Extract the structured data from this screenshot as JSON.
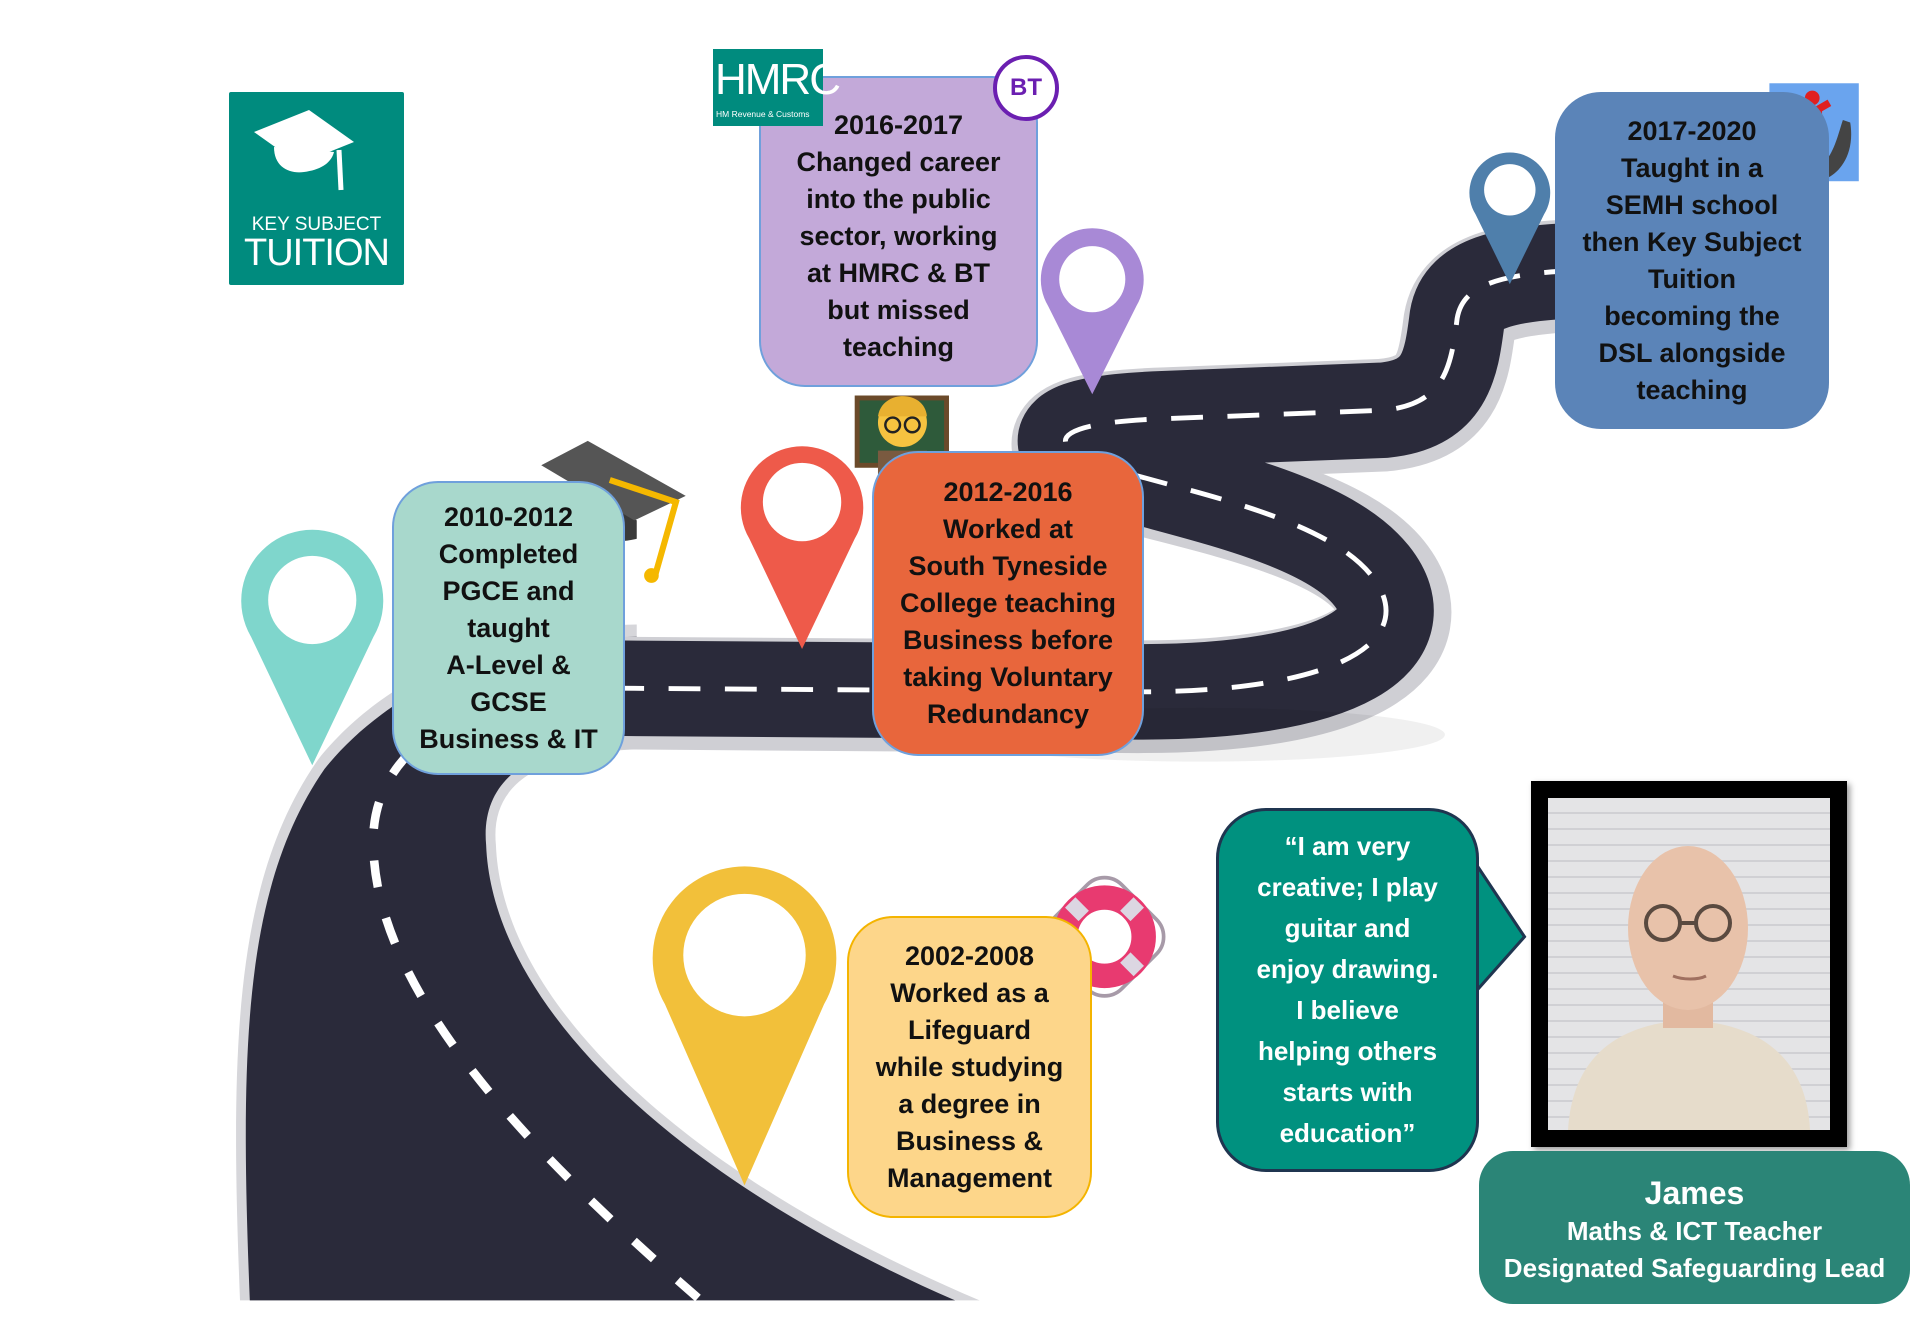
{
  "logo": {
    "line1": "KEY SUBJECT",
    "line2": "TUITION"
  },
  "hmrc_logo": {
    "title": "HMRC",
    "subtitle": "HM Revenue & Customs"
  },
  "bt_logo": {
    "text": "BT"
  },
  "milestones": [
    {
      "id": "2002-2008",
      "year": "2002-2008",
      "text": "Worked as a\nLifeguard\nwhile studying\na degree in\nBusiness &\nManagement",
      "color": "#fdd68a",
      "pin_color": "#f2c03a",
      "icon": "lifebuoy-icon"
    },
    {
      "id": "2010-2012",
      "year": "2010-2012",
      "text": "Completed\nPGCE and\ntaught\nA-Level &\nGCSE\nBusiness & IT",
      "color": "#a8d8cc",
      "pin_color": "#7fd6cc",
      "icon": "graduation-cap-icon"
    },
    {
      "id": "2012-2016",
      "year": "2012-2016",
      "text": "Worked at\nSouth Tyneside\nCollege teaching\nBusiness before\ntaking Voluntary\nRedundancy",
      "color": "#e8663c",
      "pin_color": "#ee5a4a",
      "icon": "teacher-icon"
    },
    {
      "id": "2016-2017",
      "year": "2016-2017",
      "text": "Changed career\ninto the public\nsector, working\nat HMRC & BT\nbut missed\nteaching",
      "color": "#c3a9d9",
      "pin_color": "#a889d6",
      "icon": "hmrc-bt-logos"
    },
    {
      "id": "2017-2020",
      "year": "2017-2020",
      "text": "Taught in a\nSEMH school\nthen Key Subject\nTuition\nbecoming the\nDSL alongside\nteaching",
      "color": "#5b84b8",
      "pin_color": "#4f7fab",
      "icon": "safeguarding-hands-icon"
    }
  ],
  "quote": {
    "text": "“I am very\ncreative; I play\nguitar and\nenjoy drawing.\nI believe\nhelping others\nstarts with\neducation”"
  },
  "profile": {
    "name": "James",
    "role": "Maths & ICT Teacher",
    "title": "Designated Safeguarding Lead"
  }
}
